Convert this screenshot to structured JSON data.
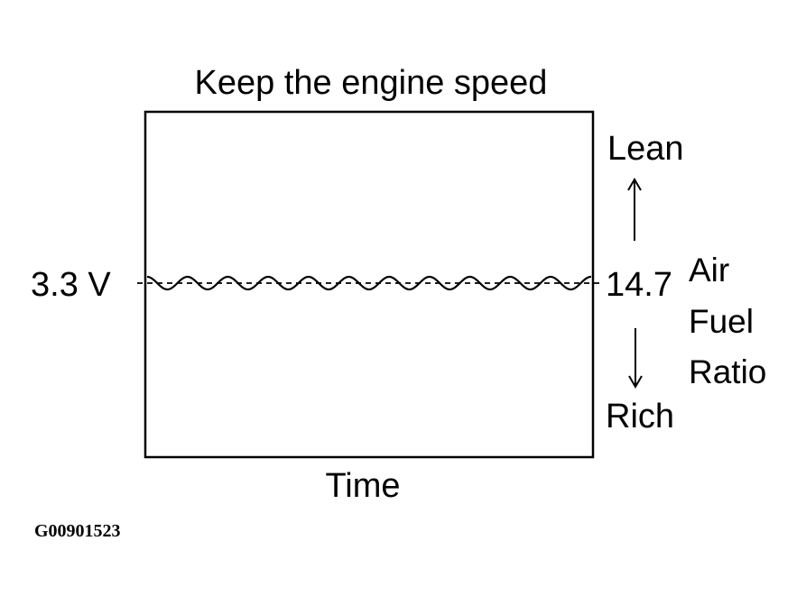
{
  "diagram": {
    "title": "Keep the engine speed",
    "x_label": "Time",
    "voltage_label": "3.3 V",
    "ratio_value": "14.7",
    "ratio_label": [
      "Air",
      "Fuel",
      "Ratio"
    ],
    "lean_label": "Lean",
    "rich_label": "Rich",
    "figure_id": "G00901523"
  }
}
